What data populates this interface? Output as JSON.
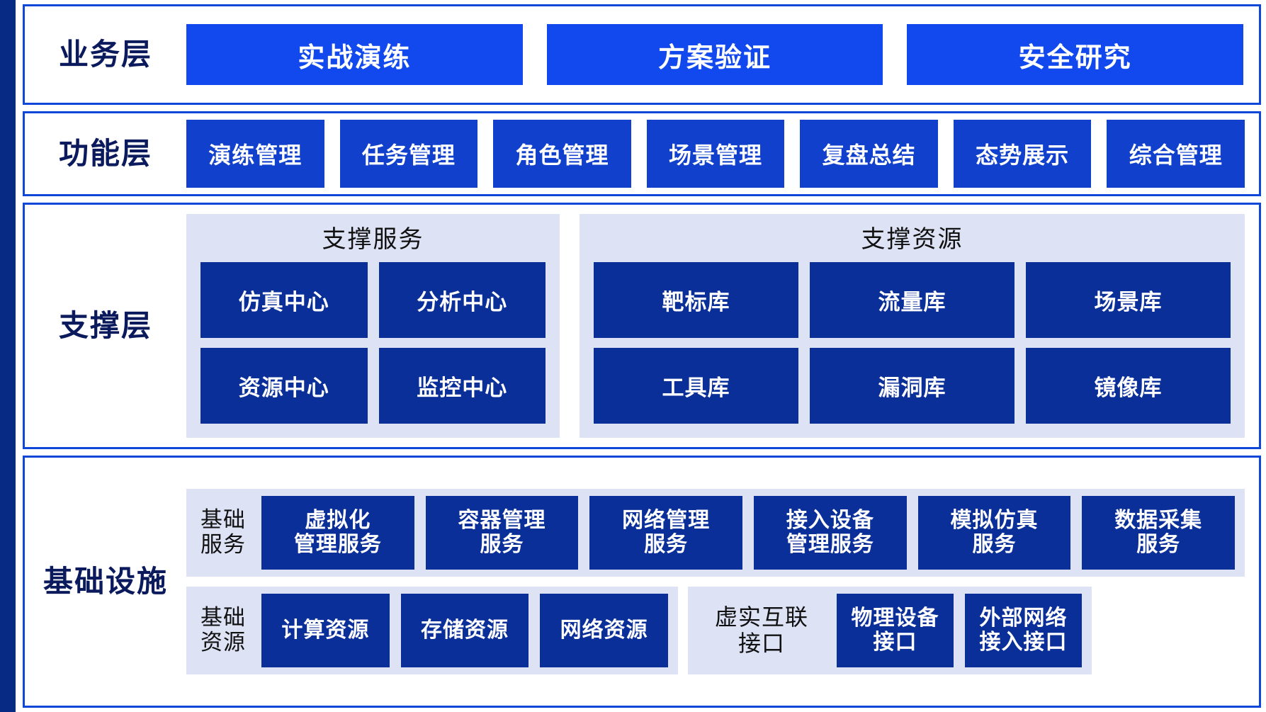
{
  "diagram": {
    "accent_stripe_color": "#072a84",
    "layer_border_color": "#0f47d9",
    "panel_bg_color": "#dde3f5",
    "box_colors": {
      "business": "#1149ee",
      "function": "#1040cc",
      "support": "#0b2f99",
      "infrastructure": "#0b2f99"
    }
  },
  "layers": {
    "business": {
      "title": "业务层",
      "boxes": [
        {
          "label": "实战演练"
        },
        {
          "label": "方案验证"
        },
        {
          "label": "安全研究"
        }
      ]
    },
    "function": {
      "title": "功能层",
      "boxes": [
        {
          "label": "演练管理"
        },
        {
          "label": "任务管理"
        },
        {
          "label": "角色管理"
        },
        {
          "label": "场景管理"
        },
        {
          "label": "复盘总结"
        },
        {
          "label": "态势展示"
        },
        {
          "label": "综合管理"
        }
      ]
    },
    "support": {
      "title": "支撑层",
      "panels": [
        {
          "title": "支撑服务",
          "boxes": [
            {
              "label": "仿真中心"
            },
            {
              "label": "分析中心"
            },
            {
              "label": "资源中心"
            },
            {
              "label": "监控中心"
            }
          ]
        },
        {
          "title": "支撑资源",
          "boxes": [
            {
              "label": "靶标库"
            },
            {
              "label": "流量库"
            },
            {
              "label": "场景库"
            },
            {
              "label": "工具库"
            },
            {
              "label": "漏洞库"
            },
            {
              "label": "镜像库"
            }
          ]
        }
      ]
    },
    "infrastructure": {
      "title": "基础设施",
      "rows": [
        {
          "side_label": {
            "line1": "基础",
            "line2": "服务"
          },
          "boxes": [
            {
              "line1": "虚拟化",
              "line2": "管理服务"
            },
            {
              "line1": "容器管理",
              "line2": "服务"
            },
            {
              "line1": "网络管理",
              "line2": "服务"
            },
            {
              "line1": "接入设备",
              "line2": "管理服务"
            },
            {
              "line1": "模拟仿真",
              "line2": "服务"
            },
            {
              "line1": "数据采集",
              "line2": "服务"
            }
          ]
        },
        {
          "side_label": {
            "line1": "基础",
            "line2": "资源"
          },
          "boxes": [
            {
              "line1": "计算资源",
              "line2": ""
            },
            {
              "line1": "存储资源",
              "line2": ""
            },
            {
              "line1": "网络资源",
              "line2": ""
            }
          ],
          "interface_panel": {
            "plain_label": {
              "line1": "虚实互联",
              "line2": "接口"
            },
            "boxes": [
              {
                "line1": "物理设备",
                "line2": "接口"
              },
              {
                "line1": "外部网络",
                "line2": "接入接口"
              }
            ]
          }
        }
      ]
    }
  }
}
